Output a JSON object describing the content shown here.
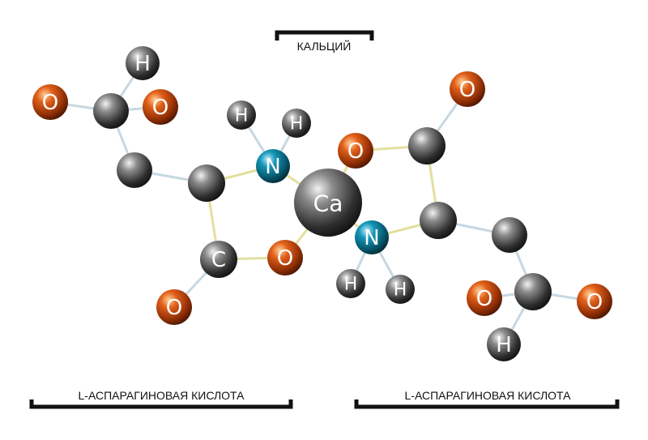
{
  "labels": {
    "calcium": "КАЛЬЦИЙ",
    "left_acid": "L-АСПАРАГИНОВАЯ КИСЛОТА",
    "right_acid": "L-АСПАРАГИНОВАЯ КИСЛОТА"
  },
  "atoms": {
    "ca": "Ca",
    "n1": "N",
    "n2": "N",
    "c_left": "C",
    "o": "O",
    "h": "H"
  },
  "colors": {
    "oxygen": "#b8400b",
    "nitrogen": "#0a7d9b",
    "carbon": "#3a3a3a",
    "hydrogen": "#3a3a3a",
    "calcium": "#3a3a3a",
    "bond_yellow": "#e3df9f",
    "bond_blue": "#c6d8e2",
    "bracket": "#111111"
  }
}
